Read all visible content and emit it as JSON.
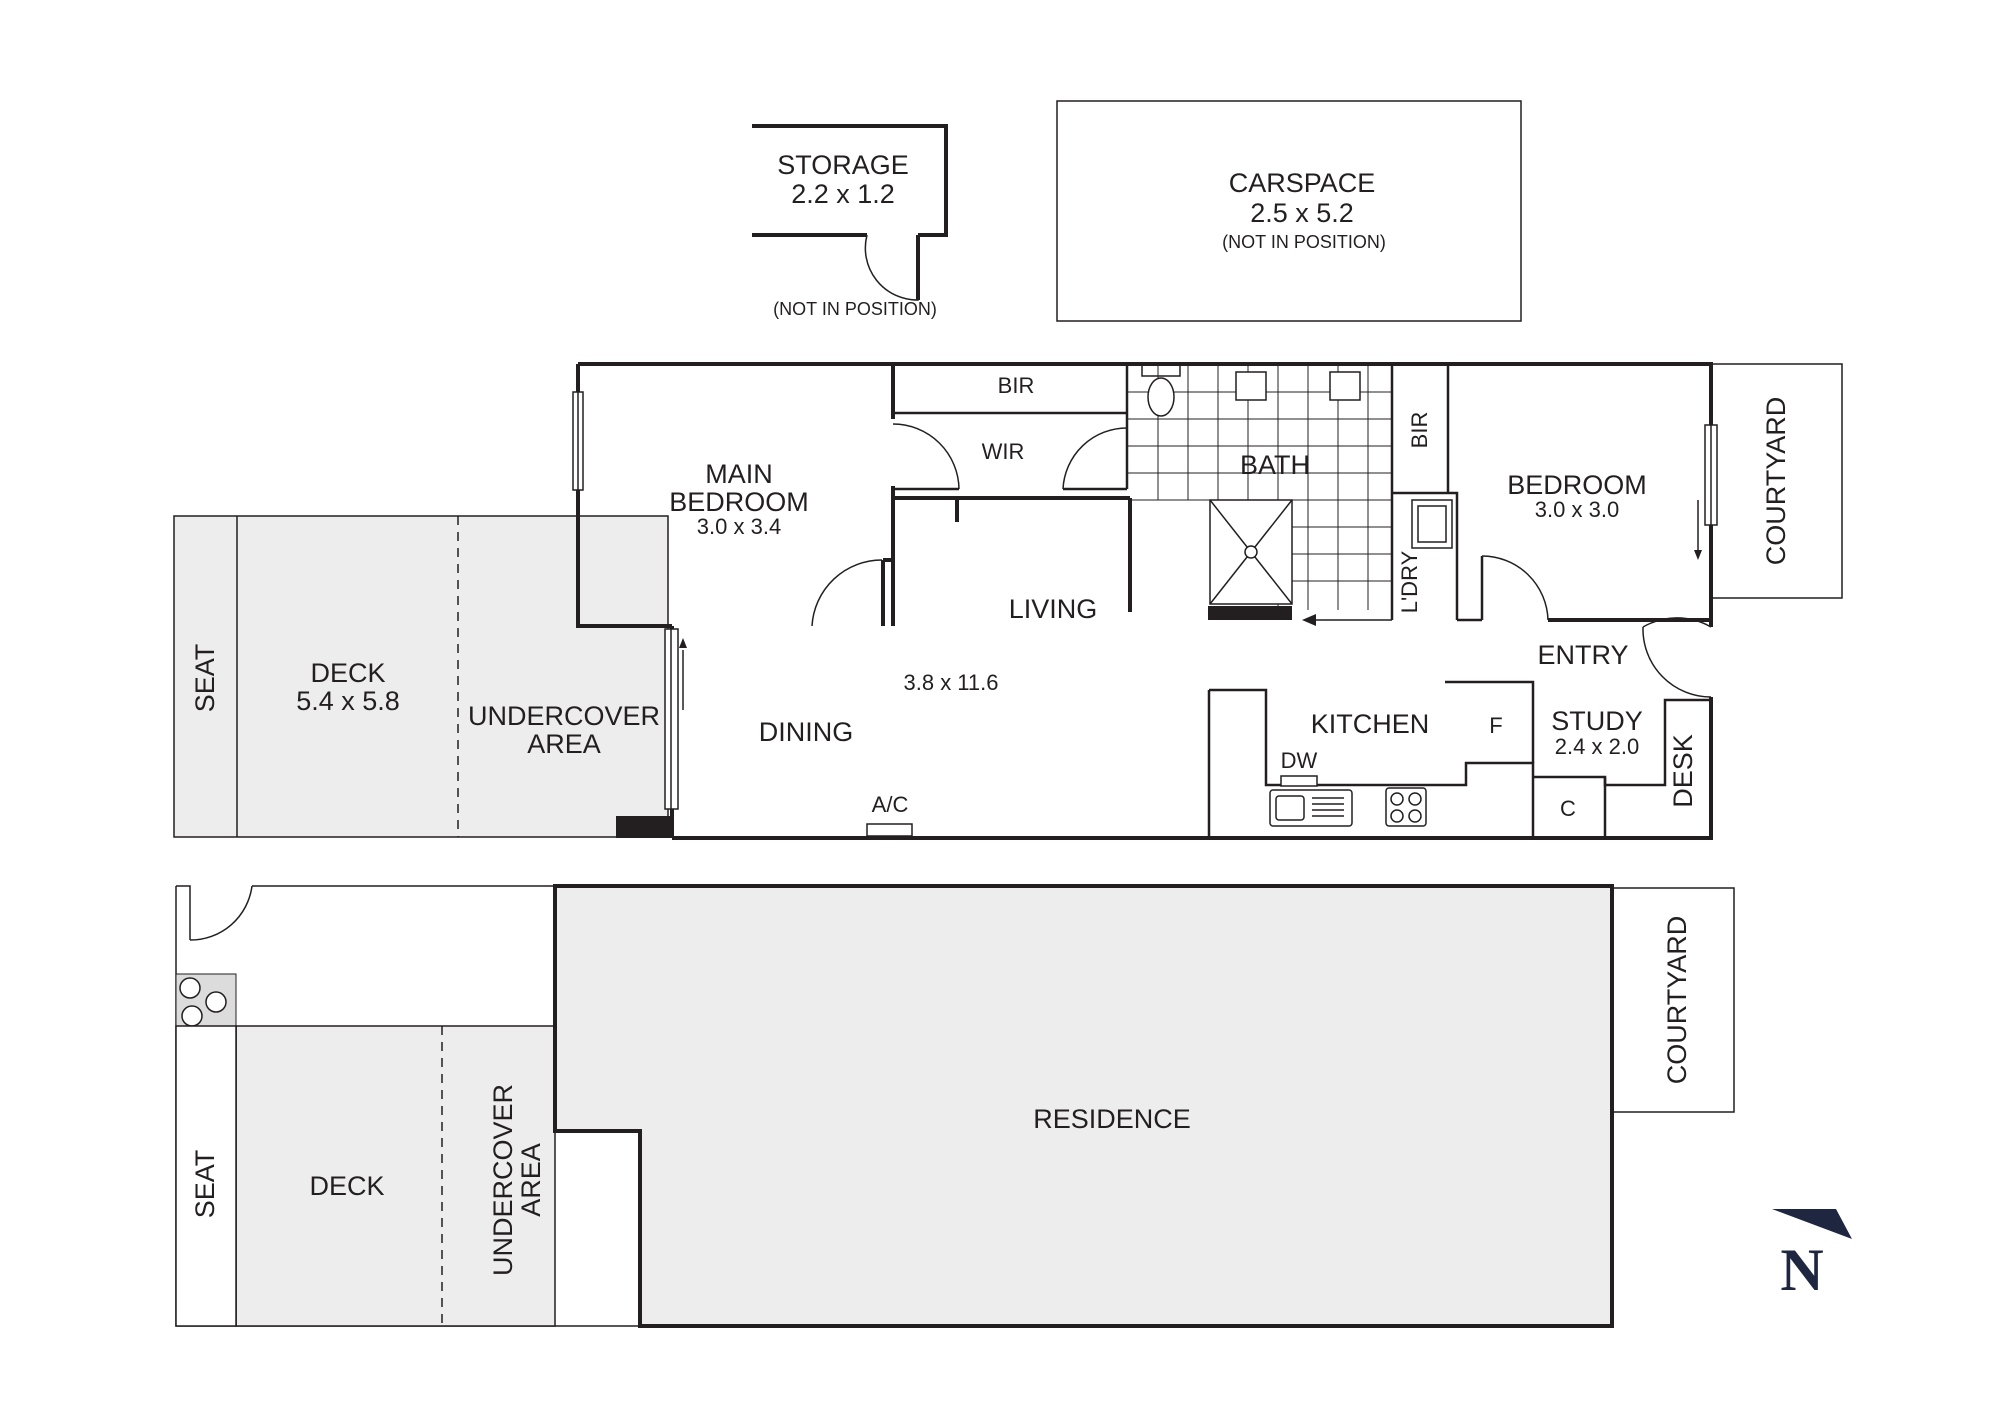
{
  "storage": {
    "name": "STORAGE",
    "size": "2.2 x 1.2",
    "note": "(NOT IN POSITION)"
  },
  "carspace": {
    "name": "CARSPACE",
    "size": "2.5 x 5.2",
    "note": "(NOT IN POSITION)"
  },
  "floor": {
    "main_bedroom": {
      "line1": "MAIN",
      "line2": "BEDROOM",
      "size": "3.0 x 3.4"
    },
    "bir_top": "BIR",
    "wir": "WIR",
    "bath": "BATH",
    "bir_side": "BIR",
    "bedroom": {
      "name": "BEDROOM",
      "size": "3.0 x 3.0"
    },
    "courtyard": "COURTYARD",
    "living": "LIVING",
    "living_size": "3.8 x 11.6",
    "dining": "DINING",
    "ac": "A/C",
    "laundry": "L'DRY",
    "entry": "ENTRY",
    "kitchen": "KITCHEN",
    "fridge": "F",
    "dishwasher": "DW",
    "study": {
      "name": "STUDY",
      "size": "2.4 x 2.0"
    },
    "desk": "DESK",
    "cupboard": "C",
    "deck": {
      "name": "DECK",
      "size": "5.4 x 5.8"
    },
    "seat": "SEAT",
    "undercover": {
      "line1": "UNDERCOVER",
      "line2": "AREA"
    }
  },
  "site": {
    "residence": "RESIDENCE",
    "courtyard": "COURTYARD",
    "deck": "DECK",
    "seat": "SEAT",
    "undercover": {
      "line1": "UNDERCOVER",
      "line2": "AREA"
    }
  },
  "compass": {
    "letter": "N"
  },
  "colors": {
    "ink": "#231f20",
    "deck_fill": "#ededed",
    "site_fill": "#ededed"
  }
}
